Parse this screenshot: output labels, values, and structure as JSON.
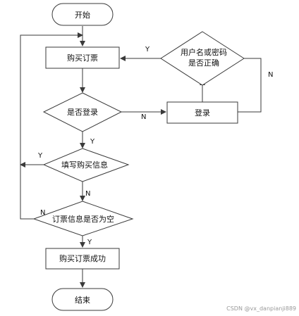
{
  "nodes": {
    "start": "开始",
    "buy_ticket": "购买订票",
    "is_logged_in": "是否登录",
    "login": "登录",
    "check_credentials_line1": "用户名或密码",
    "check_credentials_line2": "是否正确",
    "fill_info": "填写购买信息",
    "info_empty": "订票信息是否为空",
    "buy_success": "购买订票成功",
    "end": "结束"
  },
  "edges": {
    "credentials_yes": "Y",
    "credentials_no": "N",
    "logged_no": "N",
    "logged_yes": "Y",
    "fill_yes": "Y",
    "fill_no": "N",
    "empty_no": "N",
    "empty_yes": "Y"
  },
  "watermark": "CSDN @vx_danpianji889"
}
